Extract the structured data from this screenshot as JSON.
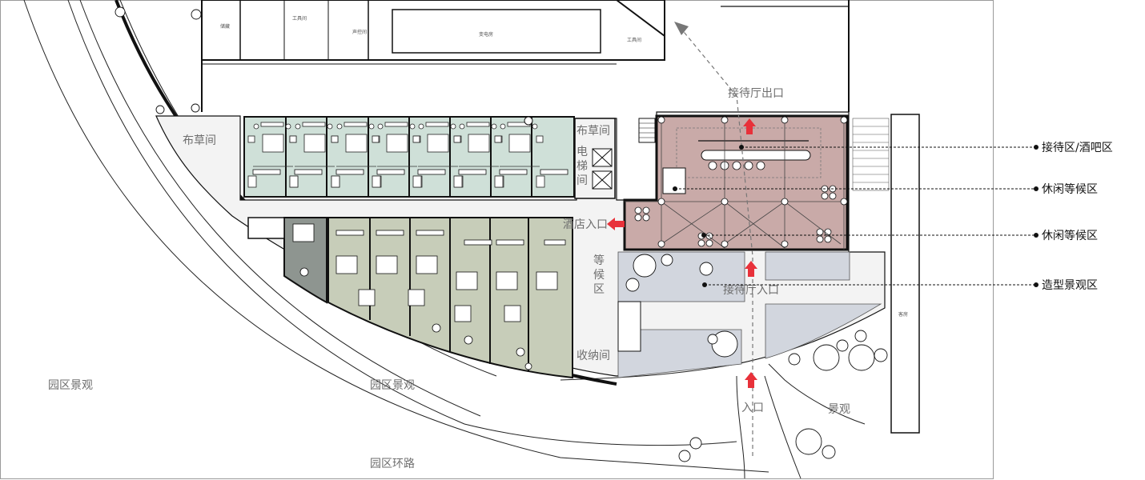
{
  "labels": {
    "linen_room_left": "布草间",
    "linen_room_right": "布草间",
    "elevator": "电梯间",
    "hotel_entrance": "酒店入口",
    "waiting_area": "等候区",
    "storage_room": "收纳间",
    "reception_exit": "接待厅出口",
    "reception_entrance": "接待厅入口",
    "entrance": "入口",
    "landscape": "景观",
    "park_landscape_left": "园区景观",
    "park_landscape_center": "园区景观",
    "park_ring_road": "园区环路"
  },
  "callouts": [
    {
      "id": "reception-bar",
      "text": "接待区/酒吧区"
    },
    {
      "id": "lounge-waiting-1",
      "text": "休闲等候区"
    },
    {
      "id": "lounge-waiting-2",
      "text": "休闲等候区"
    },
    {
      "id": "feature-landscape",
      "text": "造型景观区"
    }
  ],
  "colors": {
    "reception_zone": "#c9aaa8",
    "guest_rooms_north": "#cfe0d8",
    "guest_rooms_south": "#c7cdb9",
    "dark_room": "#8e9590",
    "landscape_zone": "#d2d6de",
    "corridor": "#f2f2f2",
    "arrow_red": "#e8313a"
  }
}
